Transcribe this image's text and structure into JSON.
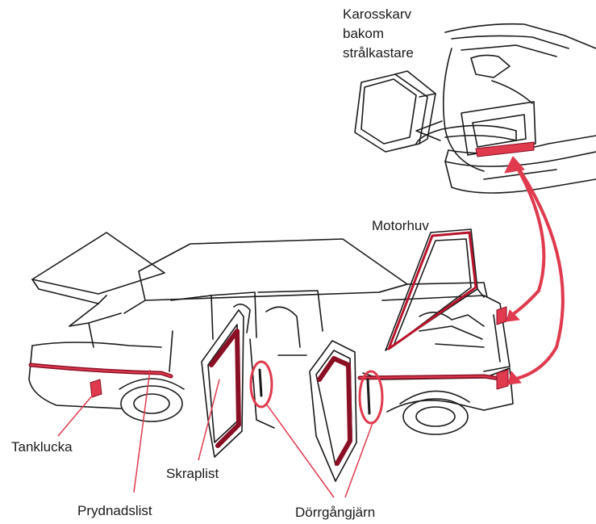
{
  "labels": {
    "body_seam_line1": "Karosskarv",
    "body_seam_line2": "bakom",
    "body_seam_line3": "strålkastare",
    "hood": "Motorhuv",
    "fuel_flap": "Tanklucka",
    "scraper_strip": "Skraplist",
    "trim_strip": "Prydnadslist",
    "door_hinges": "Dörrgångjärn"
  },
  "colors": {
    "ink": "#1a1a1a",
    "highlight": "#e03a4e",
    "stripe": "#8a0f24"
  }
}
